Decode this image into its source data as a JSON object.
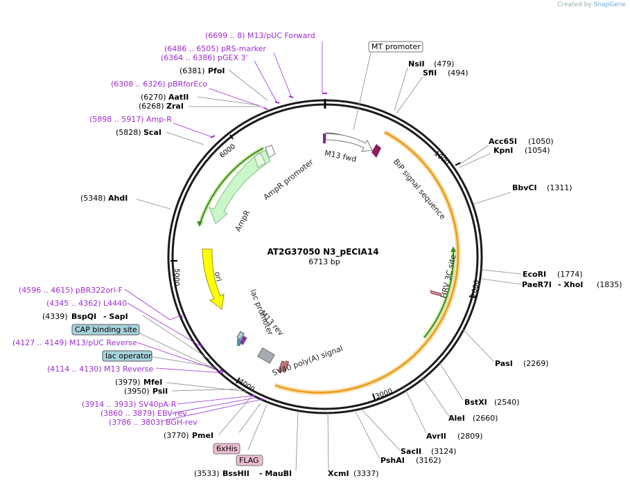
{
  "credit": {
    "prefix": "Created by",
    "brand": "SnapGene"
  },
  "plasmid": {
    "name": "AT2G37050 N3_pECIA14",
    "length": "6713 bp"
  },
  "ticks": [
    {
      "label": "1000"
    },
    {
      "label": "2000"
    },
    {
      "label": "3000"
    },
    {
      "label": "4000"
    },
    {
      "label": "5000"
    },
    {
      "label": "6000"
    }
  ],
  "sites": [
    {
      "name": "NsiI",
      "pos": "(479)"
    },
    {
      "name": "SfiI",
      "pos": "(494)"
    },
    {
      "name": "Acc65I",
      "pos": "(1050)"
    },
    {
      "name": "KpnI",
      "pos": "(1054)"
    },
    {
      "name": "BbvCI",
      "pos": "(1311)"
    },
    {
      "name": "EcoRI",
      "pos": "(1774)"
    },
    {
      "name": "PaeR7I",
      "sep": "- XhoI",
      "pos": "(1835)"
    },
    {
      "name": "PasI",
      "pos": "(2269)"
    },
    {
      "name": "BstXI",
      "pos": "(2540)"
    },
    {
      "name": "AleI",
      "pos": "(2660)"
    },
    {
      "name": "AvrII",
      "pos": "(2809)"
    },
    {
      "name": "SacII",
      "pos": "(3124)"
    },
    {
      "name": "PshAI",
      "pos": "(3162)"
    },
    {
      "name": "XcmI",
      "pos": "(3337)"
    },
    {
      "name": "BssHII",
      "sep": "- MauBI",
      "pos": "(3533)"
    },
    {
      "name": "PmeI",
      "pos": "(3770)"
    },
    {
      "name": "PsiI",
      "pos": "(3950)"
    },
    {
      "name": "MfeI",
      "pos": "(3979)"
    },
    {
      "name": "BspQI",
      "sep": "- SapI",
      "pos": "(4339)"
    },
    {
      "name": "AhdI",
      "pos": "(5348)"
    },
    {
      "name": "ScaI",
      "pos": "(5828)"
    },
    {
      "name": "ZraI",
      "pos": "(6268)"
    },
    {
      "name": "AatII",
      "pos": "(6270)"
    },
    {
      "name": "PfoI",
      "pos": "(6381)"
    }
  ],
  "primers": [
    {
      "text": "(6699 .. 8)  M13/pUC Forward"
    },
    {
      "text": "(6486 .. 6505)  pRS-marker"
    },
    {
      "text": "(6364 .. 6386)  pGEX 3'"
    },
    {
      "text": "(6308 .. 6326)  pBRforEco"
    },
    {
      "text": "(5898 .. 5917)  Amp-R"
    },
    {
      "text": "(4596 .. 4615)  pBR322ori-F"
    },
    {
      "text": "(4345 .. 4362)  L4440"
    },
    {
      "text": "(4127 .. 4149)  M13/pUC Reverse"
    },
    {
      "text": "(4114 .. 4130)  M13 Reverse"
    },
    {
      "text": "(3914 .. 3933)  SV40pA-R"
    },
    {
      "text": "(3860 .. 3879)  EBV-rev"
    },
    {
      "text": "(3786 .. 3803)  BGH-rev"
    }
  ],
  "boxed": [
    {
      "text": "MT promoter"
    },
    {
      "text": "CAP binding site"
    },
    {
      "text": "lac operator"
    },
    {
      "text": "6xHis"
    },
    {
      "text": "FLAG"
    }
  ],
  "features": [
    {
      "text": "M13 fwd"
    },
    {
      "text": "BiP signal sequence"
    },
    {
      "text": "HRV 3C site"
    },
    {
      "text": "AmpR promoter"
    },
    {
      "text": "AmpR"
    },
    {
      "text": "ori"
    },
    {
      "text": "lac promoter"
    },
    {
      "text": "M13 rev"
    },
    {
      "text": "SV40 poly(A) signal"
    }
  ],
  "colors": {
    "primer": "#9d2bd4",
    "backbone": "#1a1a1a",
    "insert": "#f0a030",
    "ampr": "#c9f7c9",
    "ori": "#ffff00",
    "cds_arrow": "#66aa22",
    "lac_box": "#a6d3dc",
    "tag_box": "#e9bcd0"
  }
}
